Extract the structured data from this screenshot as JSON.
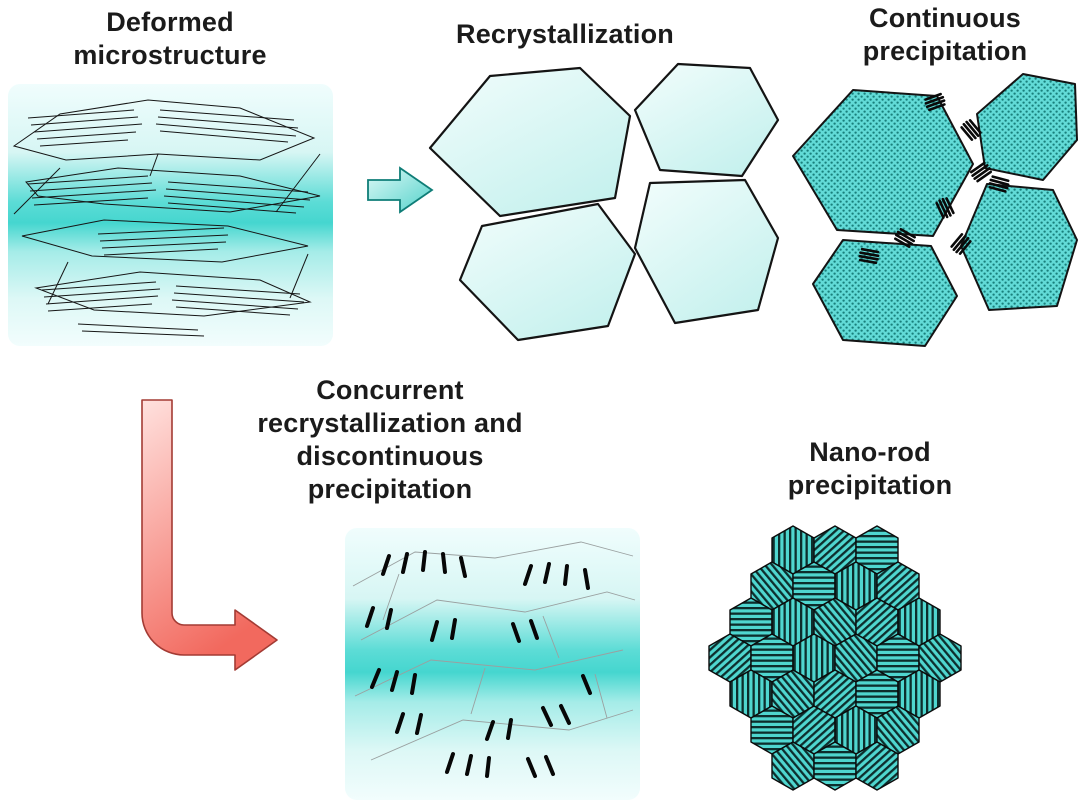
{
  "labels": {
    "deformed": "Deformed\nmicrostructure",
    "recrystallization": "Recrystallization",
    "continuous": "Continuous\nprecipitation",
    "concurrent": "Concurrent\nrecrystallization and\ndiscontinuous\nprecipitation",
    "nanorod": "Nano-rod\nprecipitation"
  },
  "icons": {
    "right_arrow": "arrow-right-icon",
    "curved_arrow": "arrow-down-right-icon"
  },
  "colors": {
    "teal_band": "#45d6cf",
    "teal_pattern_bg": "#4fd6cf",
    "teal_dot_bg": "#62dbd7",
    "dot_dark": "#19807c",
    "stripe_dark": "#0d2e2d",
    "hex_fill_light": "#d9f6f4",
    "outline_black": "#141414",
    "arrow_teal_light": "#dff9f7",
    "arrow_teal_deep": "#52d2ca",
    "arrow_pink_light": "#ffe1de",
    "arrow_pink_deep": "#f2695e"
  }
}
